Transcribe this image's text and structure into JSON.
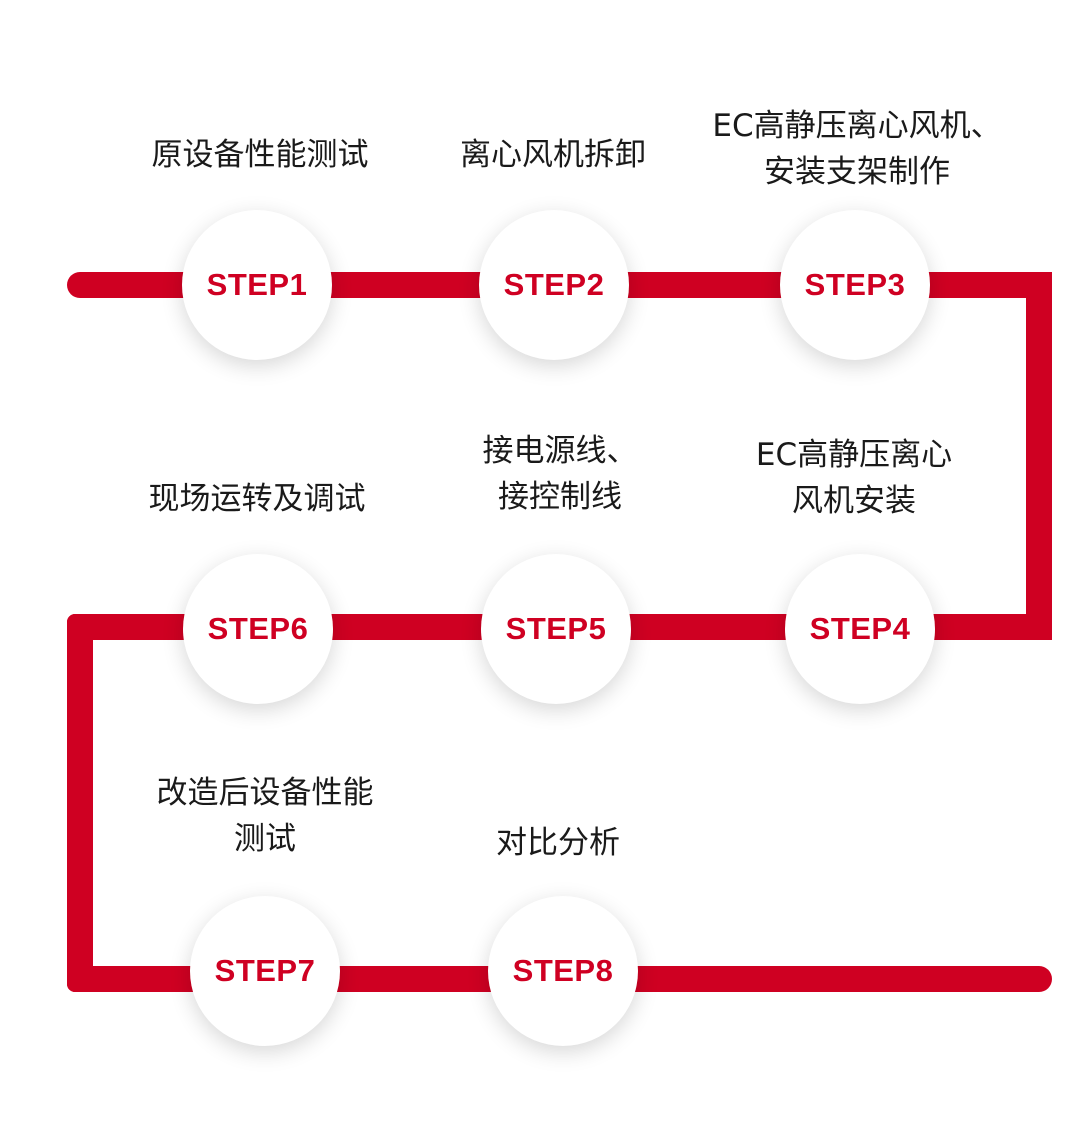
{
  "accent_color": "#cf0022",
  "steps": [
    {
      "badge": "STEP1",
      "lines": [
        "原设备性能测试"
      ]
    },
    {
      "badge": "STEP2",
      "lines": [
        "离心风机拆卸"
      ]
    },
    {
      "badge": "STEP3",
      "lines": [
        "EC高静压离心风机、",
        "安装支架制作"
      ]
    },
    {
      "badge": "STEP4",
      "lines": [
        "EC高静压离心",
        "风机安装"
      ]
    },
    {
      "badge": "STEP5",
      "lines": [
        "接电源线、",
        "接控制线"
      ]
    },
    {
      "badge": "STEP6",
      "lines": [
        "现场运转及调试"
      ]
    },
    {
      "badge": "STEP7",
      "lines": [
        "改造后设备性能",
        "测试"
      ]
    },
    {
      "badge": "STEP8",
      "lines": [
        "对比分析"
      ]
    }
  ]
}
